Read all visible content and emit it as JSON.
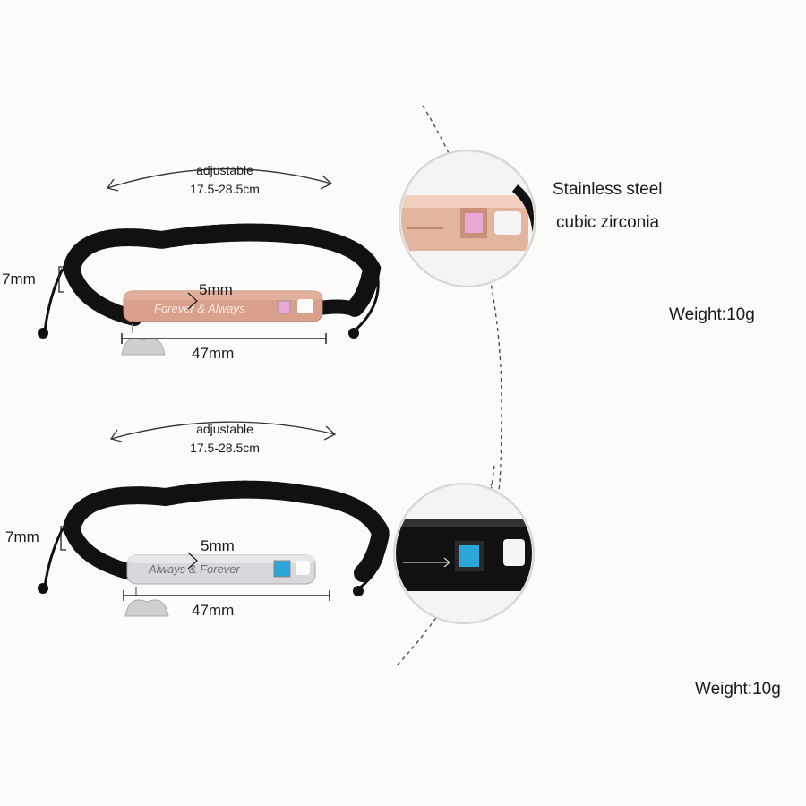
{
  "bracelet_top": {
    "adjustable_label": "adjustable",
    "size_range": "17.5-28.5cm",
    "height_label": "7mm",
    "width_label": "5mm",
    "length_label": "47mm",
    "engraving": "Forever & Always",
    "plate_color": "#d9a08c",
    "stone_color": "#e9a8d6"
  },
  "bracelet_bottom": {
    "adjustable_label": "adjustable",
    "size_range": "17.5-28.5cm",
    "height_label": "7mm",
    "width_label": "5mm",
    "length_label": "47mm",
    "engraving": "Always & Forever",
    "plate_color": "#d8d8dc",
    "stone_color": "#2aa7d8"
  },
  "callouts": {
    "material_label": "Stainless steel",
    "stone_label": "cubic zirconia",
    "weight_top": "Weight:10g",
    "weight_bottom": "Weight:10g"
  }
}
